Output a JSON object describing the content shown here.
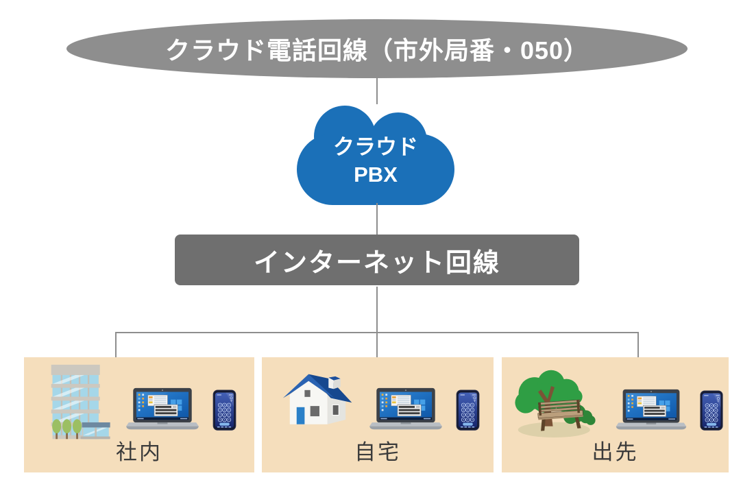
{
  "phone_line": {
    "label": "クラウド電話回線（市外局番・050）"
  },
  "cloud_pbx": {
    "line1": "クラウド",
    "line2": "PBX"
  },
  "internet": {
    "label": "インターネット回線"
  },
  "locations": [
    {
      "label": "社内",
      "scene_icon": "office-building-icon",
      "device_icons": [
        "laptop-icon",
        "smartphone-icon"
      ]
    },
    {
      "label": "自宅",
      "scene_icon": "house-icon",
      "device_icons": [
        "laptop-icon",
        "smartphone-icon"
      ]
    },
    {
      "label": "出先",
      "scene_icon": "park-bench-icon",
      "device_icons": [
        "laptop-icon",
        "smartphone-icon"
      ]
    }
  ],
  "colors": {
    "cloud_blue": "#1b70b8",
    "ellipse_gray": "#8e8e8e",
    "bar_gray": "#6f6f6f",
    "line_gray": "#8e8e8e",
    "panel_beige": "#f5debc",
    "label_text": "#3b3b3b",
    "node_text": "#ffffff"
  }
}
